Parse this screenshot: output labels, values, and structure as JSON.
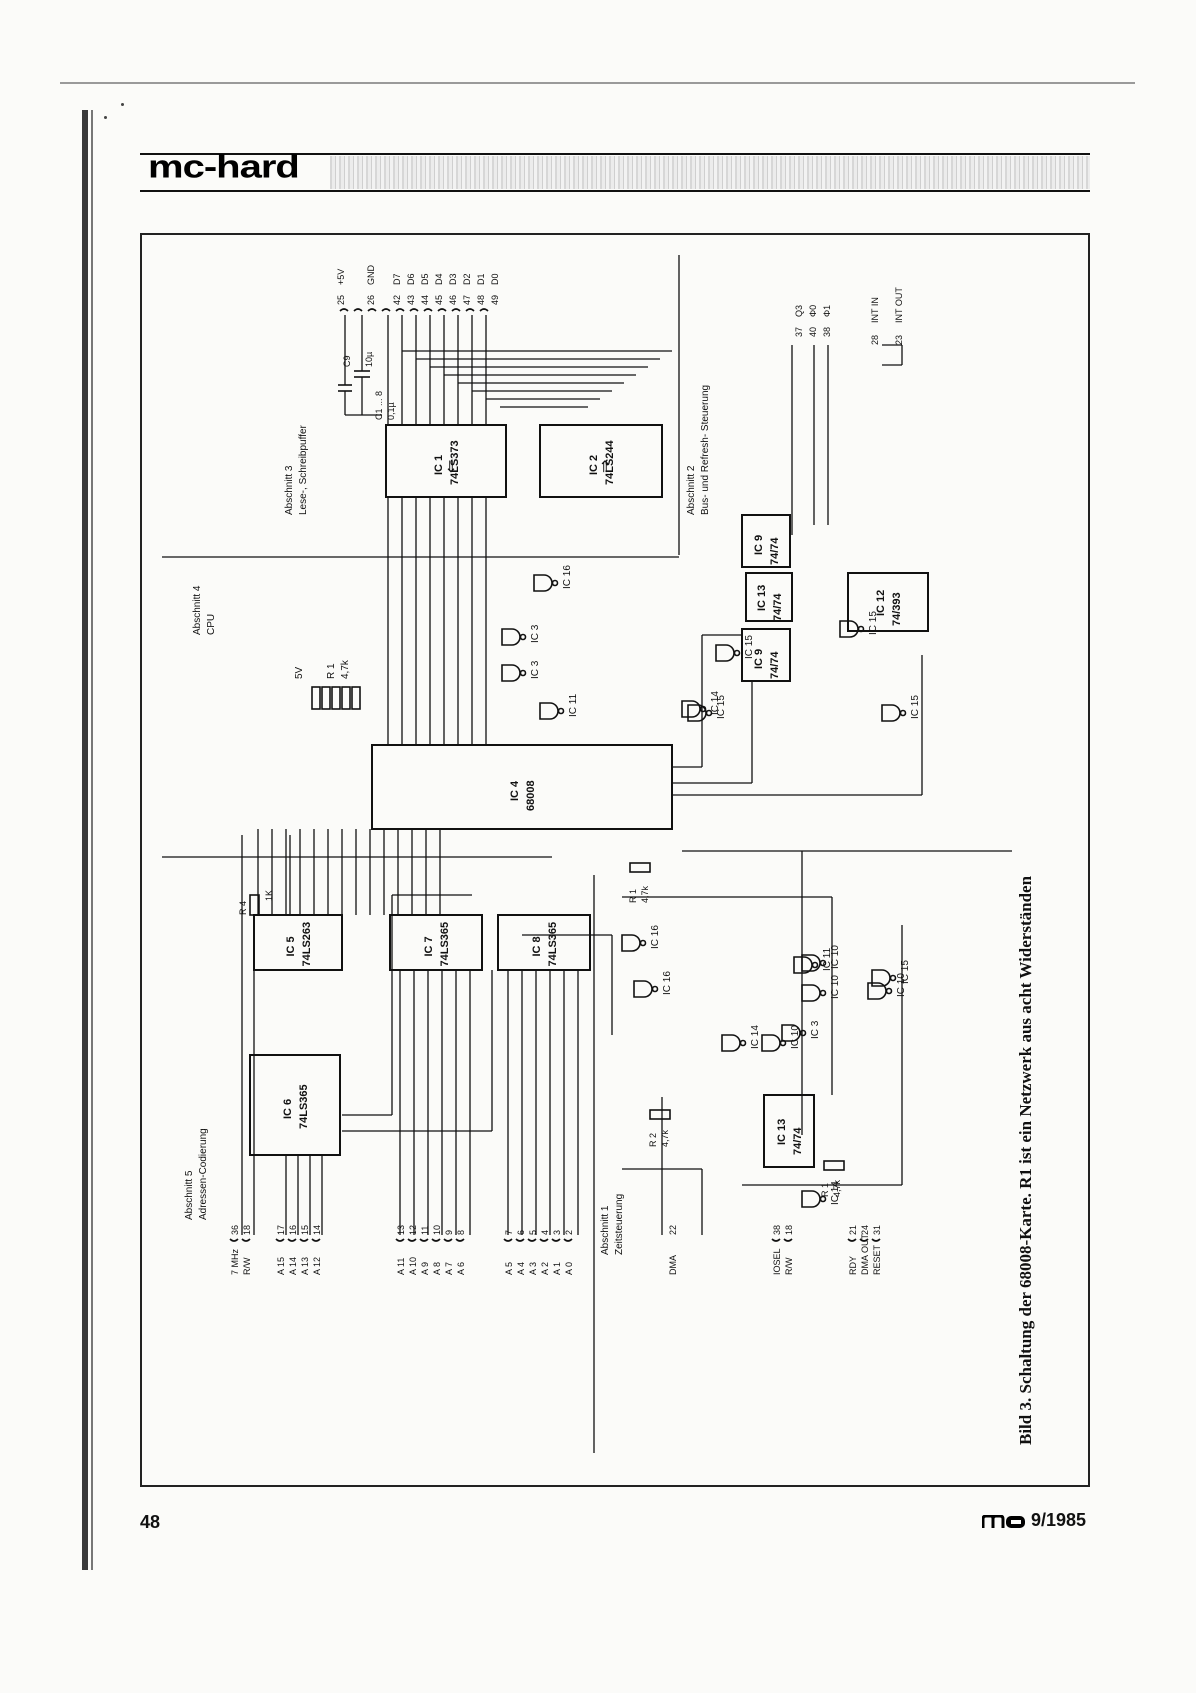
{
  "header": {
    "title": "mc-hard"
  },
  "schematic": {
    "sections": {
      "abschnitt1": {
        "name": "Abschnitt 1",
        "desc": "Zeitsteuerung"
      },
      "abschnitt2": {
        "name": "Abschnitt 2",
        "desc": "Bus- und Refresh- Steuerung"
      },
      "abschnitt3": {
        "name": "Abschnitt 3",
        "desc": "Lese-, Schreibpuffer"
      },
      "abschnitt4": {
        "name": "Abschnitt 4",
        "desc": "CPU"
      },
      "abschnitt5": {
        "name": "Abschnitt 5",
        "desc": "Adressen-Codierung"
      }
    },
    "chips": {
      "ic1": {
        "name": "IC 1",
        "type": "74LS373"
      },
      "ic2": {
        "name": "IC 2",
        "type": "74LS244"
      },
      "ic4": {
        "name": "IC 4",
        "type": "68008"
      },
      "ic5": {
        "name": "IC 5",
        "type": "74LS263"
      },
      "ic6": {
        "name": "IC 6",
        "type": "74LS365"
      },
      "ic7": {
        "name": "IC 7",
        "type": "74LS365"
      },
      "ic8": {
        "name": "IC 8",
        "type": "74LS365"
      },
      "ic9a": {
        "name": "IC 9",
        "type": "74/74"
      },
      "ic9b": {
        "name": "IC 9",
        "type": "74/74"
      },
      "ic12": {
        "name": "IC 12",
        "type": "74/393"
      },
      "ic13a": {
        "name": "IC 13",
        "type": "74/74"
      },
      "ic13b": {
        "name": "IC 13",
        "type": "74/74"
      }
    },
    "gates": [
      "IC 3",
      "IC 3",
      "IC 3",
      "IC 10",
      "IC 10",
      "IC 10",
      "IC 10",
      "IC 11",
      "IC 11",
      "IC 14",
      "IC 14",
      "IC 14",
      "IC 15",
      "IC 15",
      "IC 15",
      "IC 15",
      "IC 15",
      "IC 16",
      "IC 16",
      "IC 16"
    ],
    "data_pins": {
      "nums": [
        "42",
        "43",
        "44",
        "45",
        "46",
        "47",
        "48",
        "49"
      ],
      "labels": [
        "D7",
        "D6",
        "D5",
        "D4",
        "D3",
        "D2",
        "D1",
        "D0"
      ]
    },
    "power_pins": {
      "p25": "25",
      "p25_label": "+5V",
      "p26": "26",
      "p26_label": "GND"
    },
    "clock_pins": {
      "nums": [
        "37",
        "40",
        "38"
      ],
      "labels": [
        "Q3",
        "Φ0",
        "Φ1"
      ]
    },
    "int_pins": {
      "nums": [
        "28",
        "23"
      ],
      "labels": [
        "INT IN",
        "INT OUT"
      ]
    },
    "left_signals": {
      "group1": [
        {
          "num": "36",
          "label": "7 MHz"
        },
        {
          "num": "18",
          "label": "R/W"
        }
      ],
      "group2": [
        {
          "num": "17",
          "label": "A 15"
        },
        {
          "num": "16",
          "label": "A 14"
        },
        {
          "num": "15",
          "label": "A 13"
        },
        {
          "num": "14",
          "label": "A 12"
        }
      ],
      "group3": [
        {
          "num": "13",
          "label": "A 11"
        },
        {
          "num": "12",
          "label": "A 10"
        },
        {
          "num": "11",
          "label": "A 9"
        },
        {
          "num": "10",
          "label": "A 8"
        },
        {
          "num": "9",
          "label": "A 7"
        },
        {
          "num": "8",
          "label": "A 6"
        }
      ],
      "group4": [
        {
          "num": "7",
          "label": "A 5"
        },
        {
          "num": "6",
          "label": "A 4"
        },
        {
          "num": "5",
          "label": "A 3"
        },
        {
          "num": "4",
          "label": "A 2"
        },
        {
          "num": "3",
          "label": "A 1"
        },
        {
          "num": "2",
          "label": "A 0"
        }
      ],
      "dma": {
        "num": "22",
        "label": "DMA"
      },
      "group5": [
        {
          "num": "38",
          "label": "IOSEL"
        },
        {
          "num": "18",
          "label": "R/W"
        }
      ],
      "group6": [
        {
          "num": "21",
          "label": "RDY"
        },
        {
          "num": "24",
          "label": "DMA OUT"
        },
        {
          "num": "31",
          "label": "RESET"
        }
      ]
    },
    "misc": {
      "c_label": "C1 ... 8",
      "c_value": "0,1µ",
      "c9_label": "C9",
      "c9_value": "10µ",
      "r1_label": "R 1",
      "r1_value": "4,7k",
      "r2_label": "R 2",
      "r2_value": "4,7k",
      "r4_label": "R 4",
      "r4_value": "1K",
      "v5": "5V"
    }
  },
  "caption": "Bild 3. Schaltung der 68008-Karte. R1 ist ein Netzwerk aus acht Widerständen",
  "footer": {
    "page_number": "48",
    "issue": "9/1985"
  }
}
